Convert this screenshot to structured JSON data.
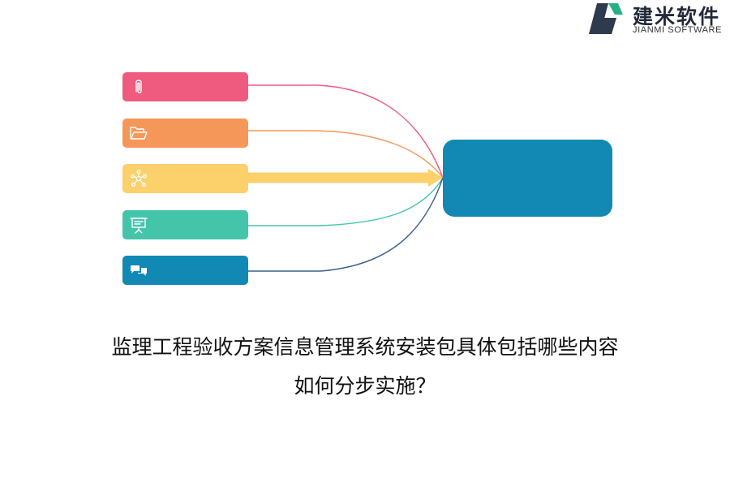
{
  "logo": {
    "name_cn": "建米软件",
    "name_en": "JIANMI SOFTWARE",
    "colors": {
      "mark_dark": "#2e3a4e",
      "mark_green": "#27b082"
    }
  },
  "diagram": {
    "nodes": [
      {
        "id": "attachment",
        "icon": "paperclip-icon",
        "color": "#ef5b7e"
      },
      {
        "id": "folder",
        "icon": "folder-icon",
        "color": "#f6975a"
      },
      {
        "id": "network",
        "icon": "network-icon",
        "color": "#fcd06b"
      },
      {
        "id": "presentation",
        "icon": "presentation-board-icon",
        "color": "#44c5aa"
      },
      {
        "id": "chat",
        "icon": "chat-bubbles-icon",
        "color": "#1289b4"
      }
    ],
    "hub": {
      "color": "#1289b4"
    },
    "connector_colors": [
      "#ef5b7e",
      "#f6975a",
      "#fcd06b",
      "#44c5aa",
      "#3a5f8c"
    ]
  },
  "title": {
    "line1": "监理工程验收方案信息管理系统安装包具体包括哪些内容",
    "line2": "如何分步实施？"
  }
}
